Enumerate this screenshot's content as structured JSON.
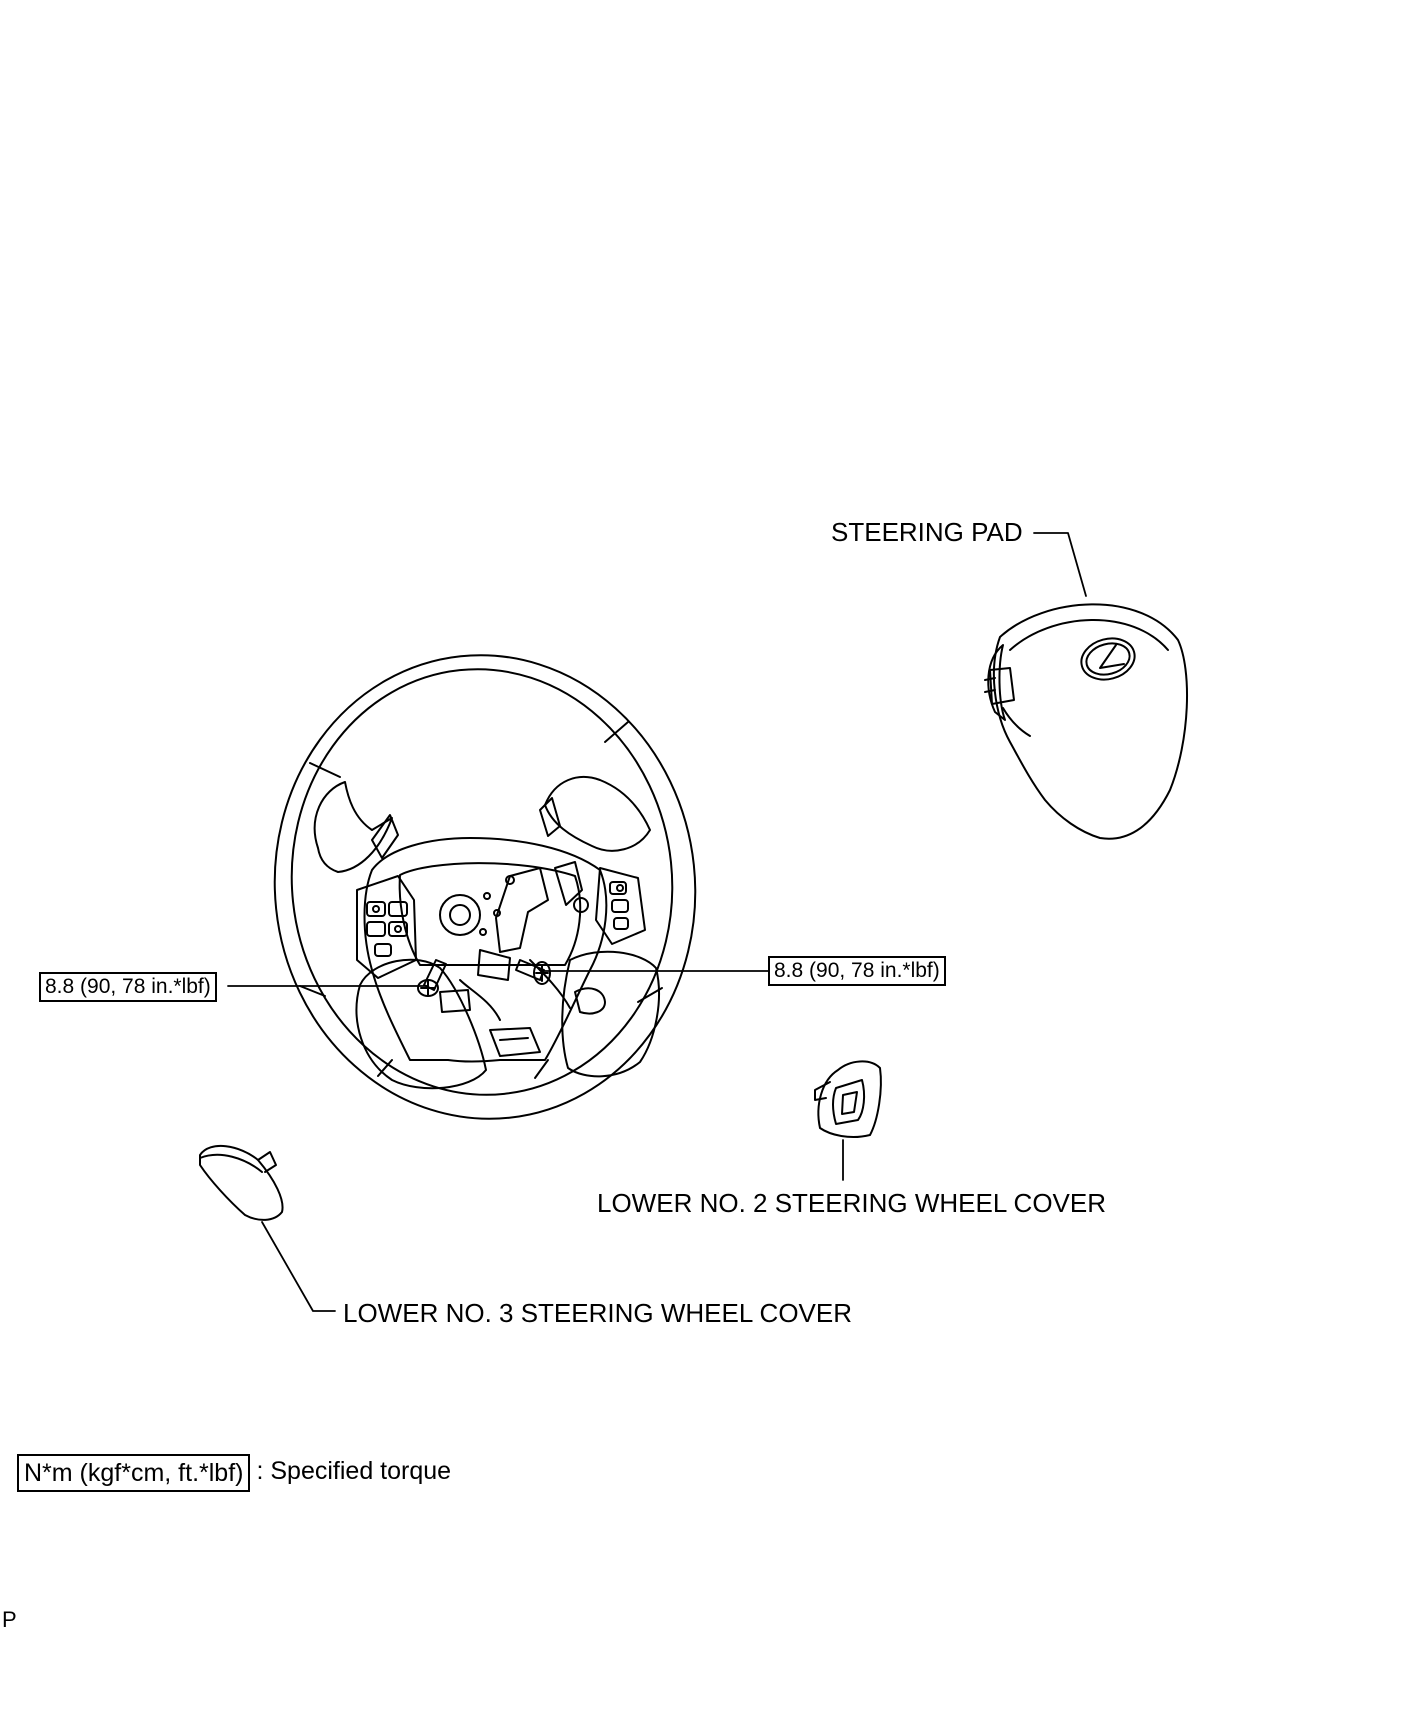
{
  "labels": {
    "steering_pad": "STEERING PAD",
    "lower_no2": "LOWER NO. 2 STEERING WHEEL COVER",
    "lower_no3": "LOWER NO. 3 STEERING WHEEL COVER"
  },
  "torque": {
    "left": "8.8 (90, 78 in.*lbf)",
    "right": "8.8 (90, 78 in.*lbf)"
  },
  "legend": {
    "unit_box": "N*m (kgf*cm, ft.*lbf)",
    "description": ": Specified torque"
  },
  "corner_mark": "P"
}
